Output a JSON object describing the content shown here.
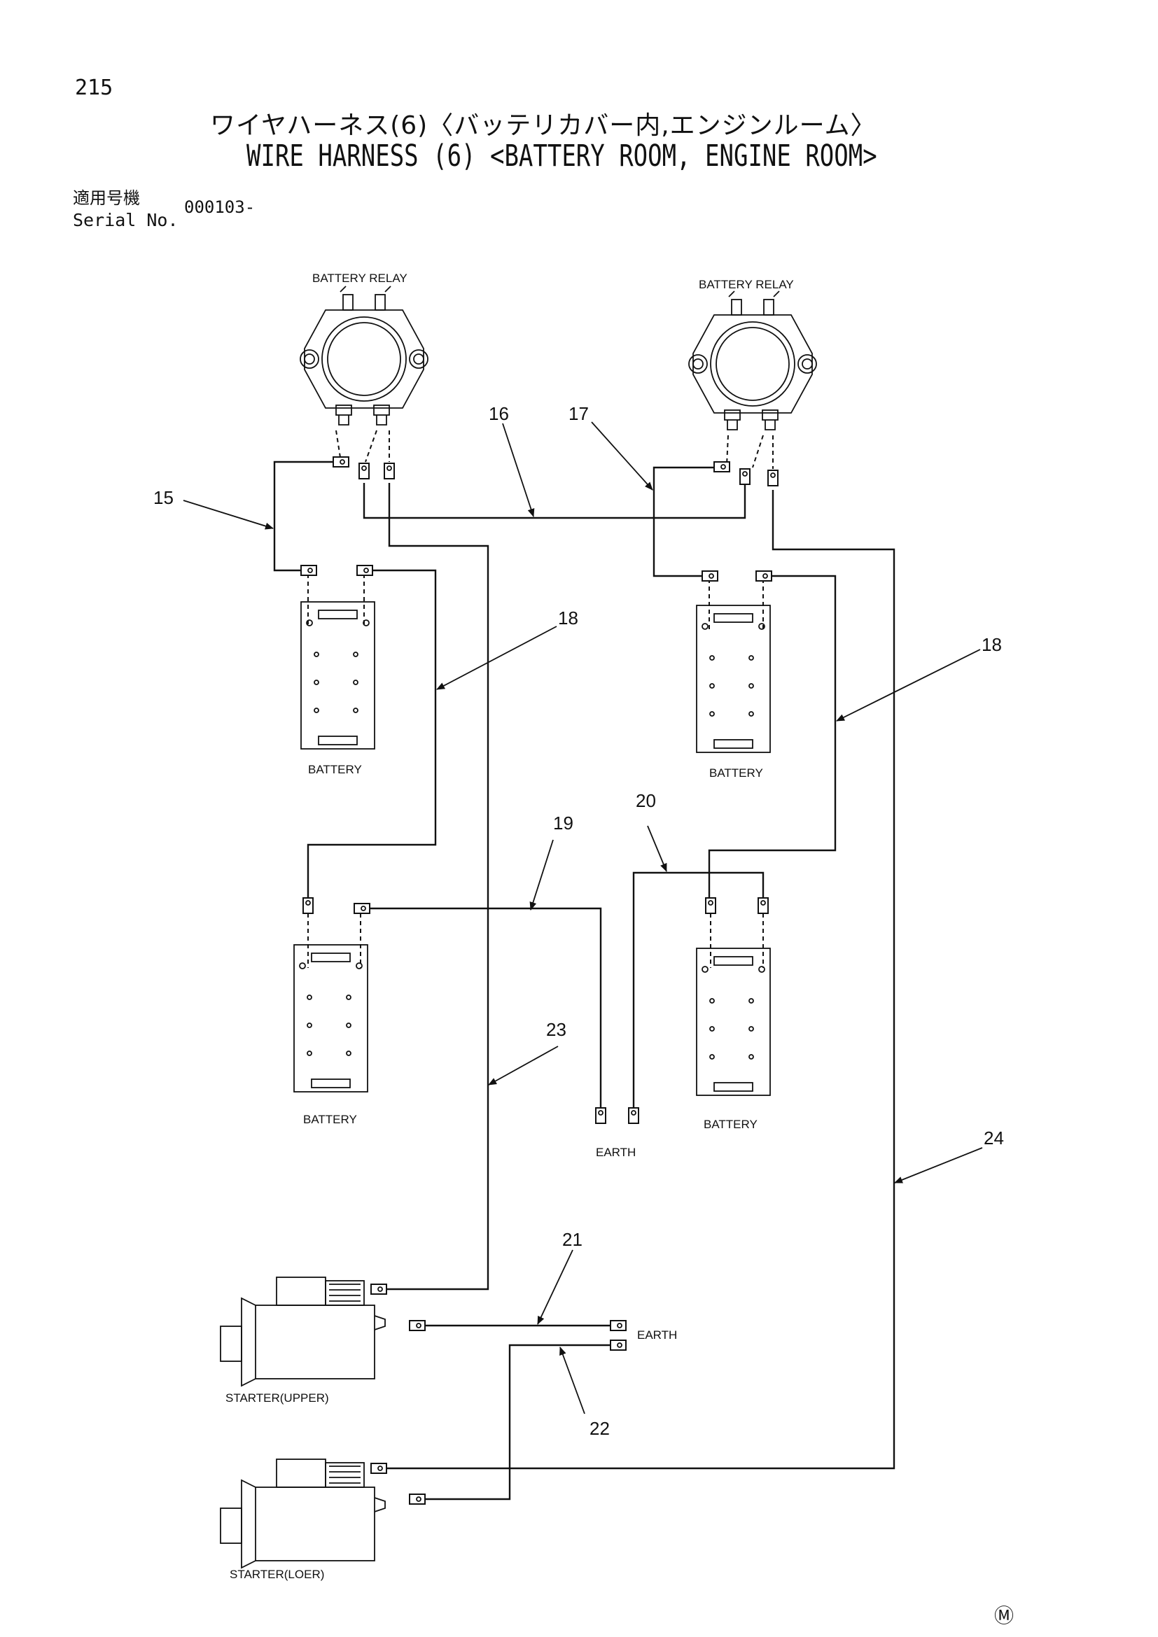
{
  "header": {
    "page_number": "215",
    "title_jp": "ワイヤハーネス(6)〈バッテリカバー内,エンジンルーム〉",
    "title_en": "WIRE HARNESS (6) <BATTERY ROOM, ENGINE ROOM>",
    "serial_label_jp": "適用号機",
    "serial_label_en": "Serial No.",
    "serial_value": "000103-"
  },
  "components": {
    "relay_left": "BATTERY  RELAY",
    "relay_right": "BATTERY  RELAY",
    "battery_1": "BATTERY",
    "battery_2": "BATTERY",
    "battery_3": "BATTERY",
    "battery_4": "BATTERY",
    "earth_1": "EARTH",
    "earth_2": "EARTH",
    "starter_upper": "STARTER(UPPER)",
    "starter_lower": "STARTER(LOER)"
  },
  "callouts": {
    "c15": "15",
    "c16": "16",
    "c17": "17",
    "c18a": "18",
    "c18b": "18",
    "c19": "19",
    "c20": "20",
    "c21": "21",
    "c22": "22",
    "c23": "23",
    "c24": "24"
  },
  "footer": {
    "mark": "Ⓜ"
  }
}
